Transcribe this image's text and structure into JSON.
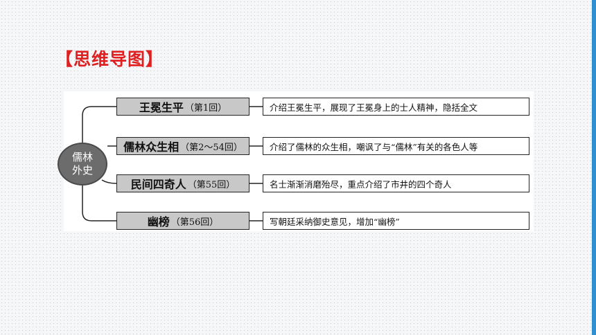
{
  "heading": "【思维导图】",
  "root": {
    "line1": "儒林",
    "line2": "外史"
  },
  "branches": [
    {
      "name": "王冕生平",
      "chapter": "（第1回）",
      "desc": "介绍王冕生平，展现了王冕身上的士人精神，隐括全文"
    },
    {
      "name": "儒林众生相",
      "chapter": "（第2～54回）",
      "desc": "介绍了儒林的众生相，嘲讽了与“儒林”有关的各色人等"
    },
    {
      "name": "民间四奇人",
      "chapter": "（第55回）",
      "desc": "名士渐渐消磨殆尽，重点介绍了市井的四个奇人"
    },
    {
      "name": "幽榜",
      "chapter": "（第56回）",
      "desc": "写朝廷采纳御史意见，增加“幽榜”"
    }
  ],
  "colors": {
    "heading": "#e02020",
    "branch_fill": "#c8c8c8",
    "root_fill": "#6c6c6c",
    "accent_edge": "#2f8fd0"
  }
}
